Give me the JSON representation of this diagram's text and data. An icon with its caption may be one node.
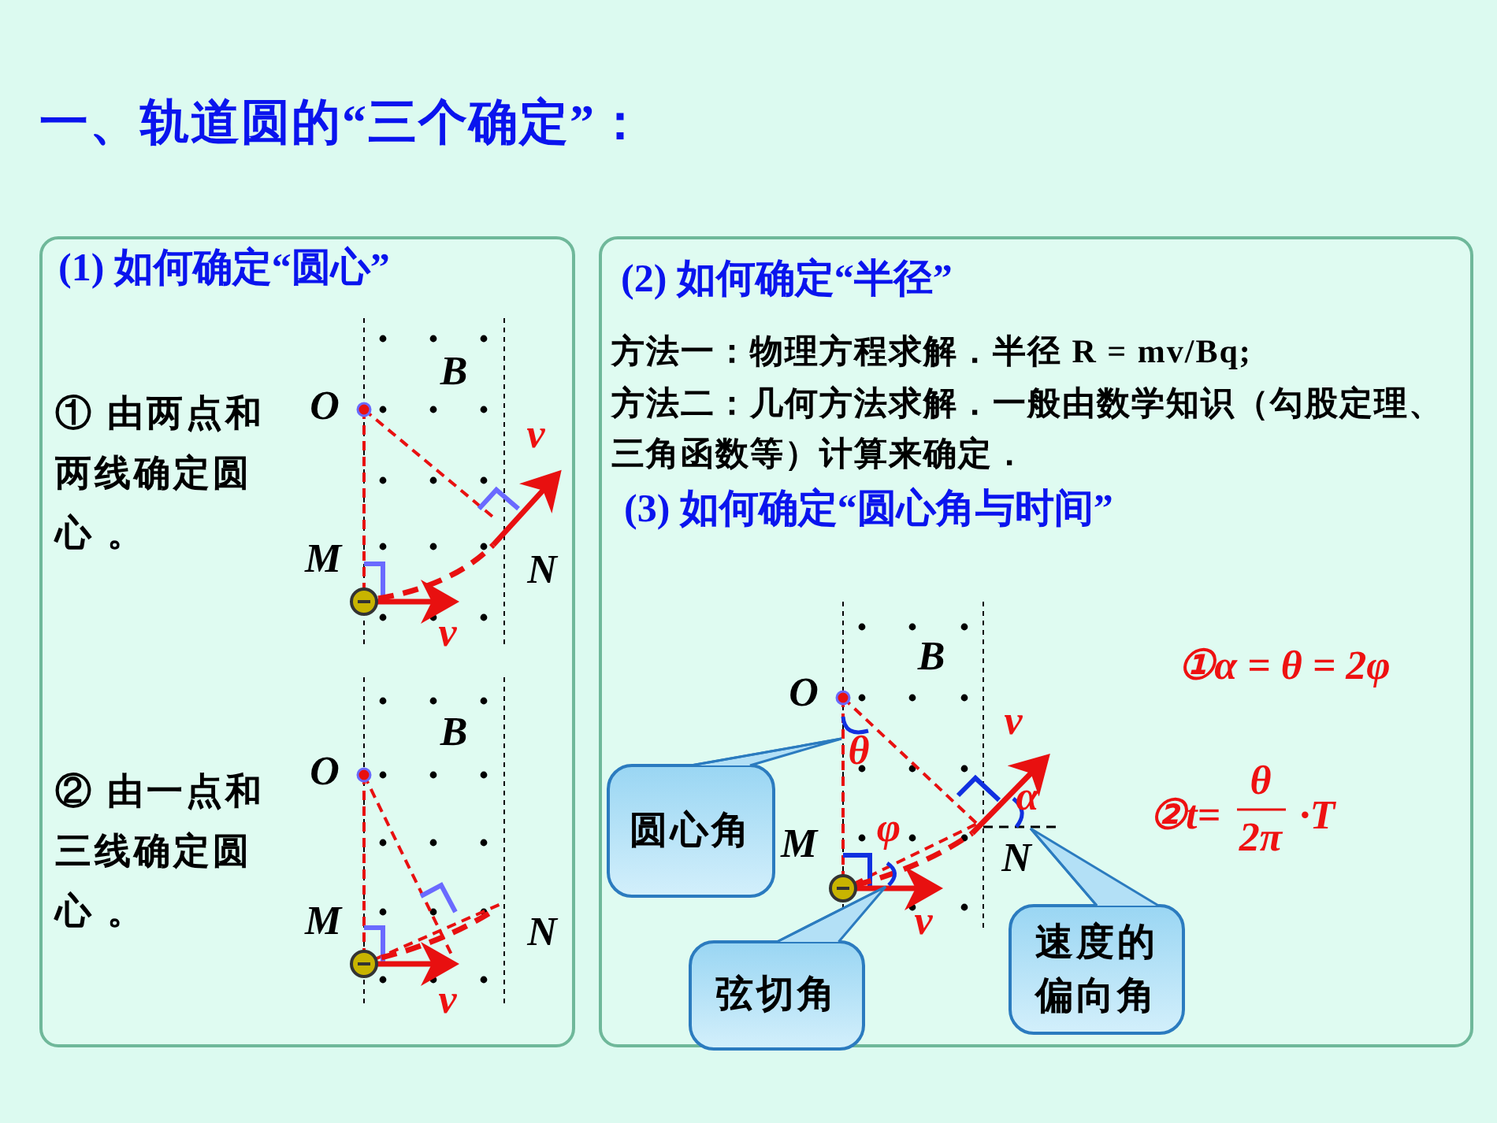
{
  "diagram": {
    "title": "一、轨道圆的“三个确定”：",
    "nodes": [
      {
        "text": [
          "(1) 如何确定“圆心”",
          "① 由两点和两线确定圆心 。",
          "② 由一点和三线确定圆心 。"
        ]
      },
      {
        "text": [
          "(2) 如何确定“半径”",
          "方法一：物理方程求解．半径 **R = mv/Bq**;",
          "方法二：几何方法求解．一般由数学知识（勾股定理、三角函数等）计算来确定．",
          "(3) 如何确定“圆心角与时间”"
        ]
      },
      {
        "text": [],
        "shape": "arc",
        "in": 1
      },
      {
        "text": [],
        "shape": "arc",
        "in": 1
      },
      {
        "text": [],
        "shape": "arc",
        "in": 1
      },
      {
        "text": [
          "圆心角"
        ],
        "in": 1
      },
      {
        "text": [
          "弦切角"
        ],
        "in": 1
      },
      {
        "text": [
          "速度的偏向角"
        ],
        "in": 1
      }
    ],
    "edges": [
      {
        "from": 5,
        "to": 2,
        "arrow": "none"
      },
      {
        "from": 6,
        "to": 3,
        "arrow": "none"
      },
      {
        "from": 7,
        "to": 4,
        "arrow": "none"
      }
    ],
    "labels": [
      "O",
      "B",
      "v",
      "M",
      "N",
      "v",
      "O",
      "B",
      "M",
      "N",
      "v",
      "B",
      "O",
      "v",
      "θ",
      "α",
      "M",
      "φ",
      "N",
      "v",
      "①α = θ = 2φ",
      "②t=",
      "θ",
      "2π",
      "·T"
    ]
  }
}
